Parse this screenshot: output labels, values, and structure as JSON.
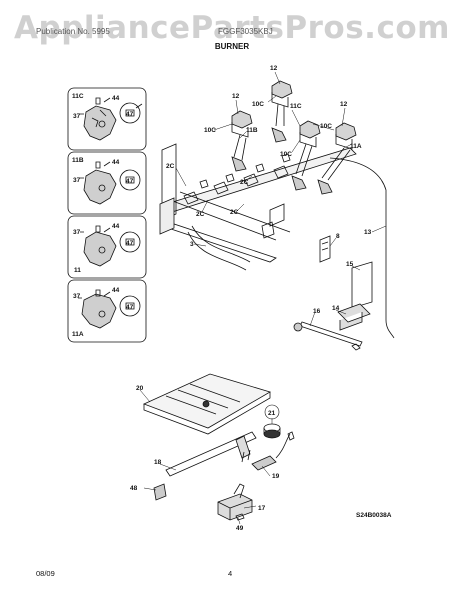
{
  "watermark": "AppliancePartsPros.com",
  "header": {
    "left": "Publication No. 5995",
    "right": "FGGF3035KBJ"
  },
  "title": "BURNER",
  "diagram_code": "S24B0038A",
  "footer": {
    "date": "08/09",
    "page": "4"
  },
  "callouts": {
    "c12a": "12",
    "c12b": "12",
    "c12c": "12",
    "c10a": "10C",
    "c10b": "10C",
    "c10c": "10C",
    "c10d": "10C",
    "c11c": "11C",
    "c11b": "11B",
    "c11a": "11A",
    "c2a": "2C",
    "c2b": "2C",
    "c2c": "2C",
    "c2d": "2C",
    "c3": "3",
    "c8": "8",
    "c13": "13",
    "c15": "15",
    "c14": "14",
    "c16": "16",
    "c20": "20",
    "c21": "21",
    "c18": "18",
    "c19": "19",
    "c48": "48",
    "c17": "17",
    "c49": "49"
  },
  "insets": [
    {
      "label": "11C",
      "n37": "37",
      "n44": "44",
      "n47": "47"
    },
    {
      "label": "11B",
      "n37": "37",
      "n44": "44",
      "n47": "47"
    },
    {
      "label": "11",
      "n37": "37",
      "n44": "44",
      "n47": "47"
    },
    {
      "label": "11A",
      "n37": "37",
      "n44": "44",
      "n47": "47"
    }
  ]
}
